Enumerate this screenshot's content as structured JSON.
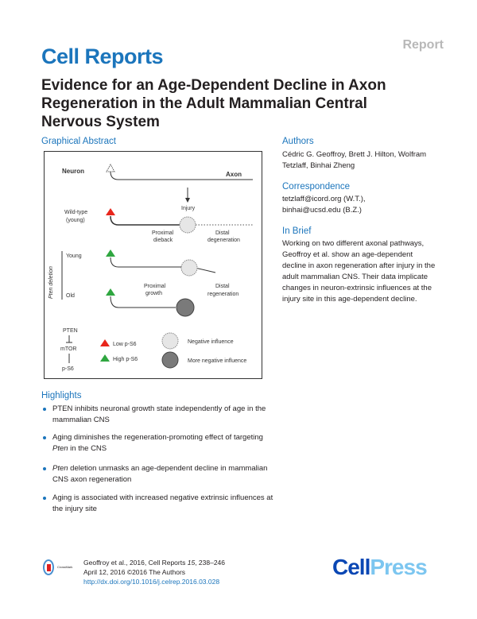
{
  "header": {
    "article_type": "Report",
    "journal": "Cell Reports",
    "title": "Evidence for an Age-Dependent Decline in Axon Regeneration in the Adult Mammalian Central Nervous System"
  },
  "graphical_abstract": {
    "heading": "Graphical Abstract",
    "labels": {
      "neuron": "Neuron",
      "axon": "Axon",
      "injury": "Injury",
      "wild_type": "Wild-type",
      "young_paren": "(young)",
      "proximal_dieback_1": "Proximal",
      "proximal_dieback_2": "dieback",
      "distal_degen_1": "Distal",
      "distal_degen_2": "degeneration",
      "pten_deletion": "Pten deletion",
      "young": "Young",
      "old": "Old",
      "proximal_growth_1": "Proximal",
      "proximal_growth_2": "growth",
      "distal_regen_1": "Distal",
      "distal_regen_2": "regeneration",
      "pten": "PTEN",
      "mtor": "mTOR",
      "ps6": "p-S6",
      "low_ps6": "Low p-S6",
      "high_ps6": "High p-S6",
      "neg": "Negative influence",
      "more_neg": "More negative influence"
    },
    "colors": {
      "low": "#e8261c",
      "high": "#2fa640",
      "neg": "#e6e6e6",
      "more_neg": "#7a7a7a"
    }
  },
  "authors": {
    "heading": "Authors",
    "names": "Cédric G. Geoffroy, Brett J. Hilton, Wolfram Tetzlaff, Binhai Zheng"
  },
  "correspondence": {
    "heading": "Correspondence",
    "line1": "tetzlaff@icord.org (W.T.),",
    "line2": "binhai@ucsd.edu (B.Z.)"
  },
  "in_brief": {
    "heading": "In Brief",
    "text": "Working on two different axonal pathways, Geoffroy et al. show an age-dependent decline in axon regeneration after injury in the adult mammalian CNS. Their data implicate changes in neuron-extrinsic influences at the injury site in this age-dependent decline."
  },
  "highlights": {
    "heading": "Highlights",
    "items": [
      {
        "pre": "PTEN inhibits neuronal growth state independently of age in the mammalian CNS",
        "it": "",
        "post": ""
      },
      {
        "pre": "Aging diminishes the regeneration-promoting effect of targeting ",
        "it": "Pten",
        "post": " in the CNS"
      },
      {
        "pre": "",
        "it": "Pten",
        "post": " deletion unmasks an age-dependent decline in mammalian CNS axon regeneration"
      },
      {
        "pre": "Aging is associated with increased negative extrinsic influences at the injury site",
        "it": "",
        "post": ""
      }
    ]
  },
  "footer": {
    "crossmark": "CrossMark",
    "citation_pre": "Geoffroy et al., 2016, Cell Reports ",
    "citation_vol": "15",
    "citation_post": ", 238–246",
    "date": "April 12, 2016 ©2016 The Authors",
    "doi": "http://dx.doi.org/10.1016/j.celrep.2016.03.028",
    "publisher_a": "Cell",
    "publisher_b": "Press"
  }
}
